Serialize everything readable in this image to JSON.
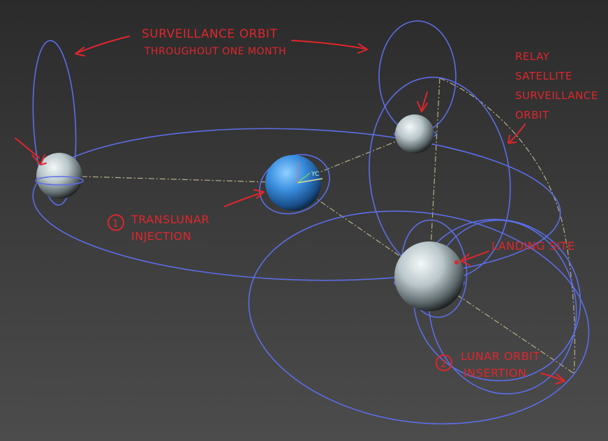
{
  "annotations": {
    "surveillance_line1": "SURVEILLANCE ORBIT",
    "surveillance_line2": "THROUGHOUT ONE MONTH",
    "relay_line1": "RELAY",
    "relay_line2": "SATELLITE",
    "relay_line3": "SURVEILLANCE",
    "relay_line4": "ORBIT",
    "tli_number": "1",
    "tli_line1": "TRANSLUNAR",
    "tli_line2": "INJECTION",
    "landing": "LANDING SITE",
    "loi_number": "2",
    "loi_line1": "LUNAR ORBIT",
    "loi_line2": "INSERTION"
  },
  "axis": {
    "label": "YC"
  },
  "colors": {
    "annotation": "#e0262b",
    "orbit": "#5b6ee8",
    "link": "#b7b089",
    "earth": "#3a8fe0",
    "moon": "#c9d4d8"
  }
}
